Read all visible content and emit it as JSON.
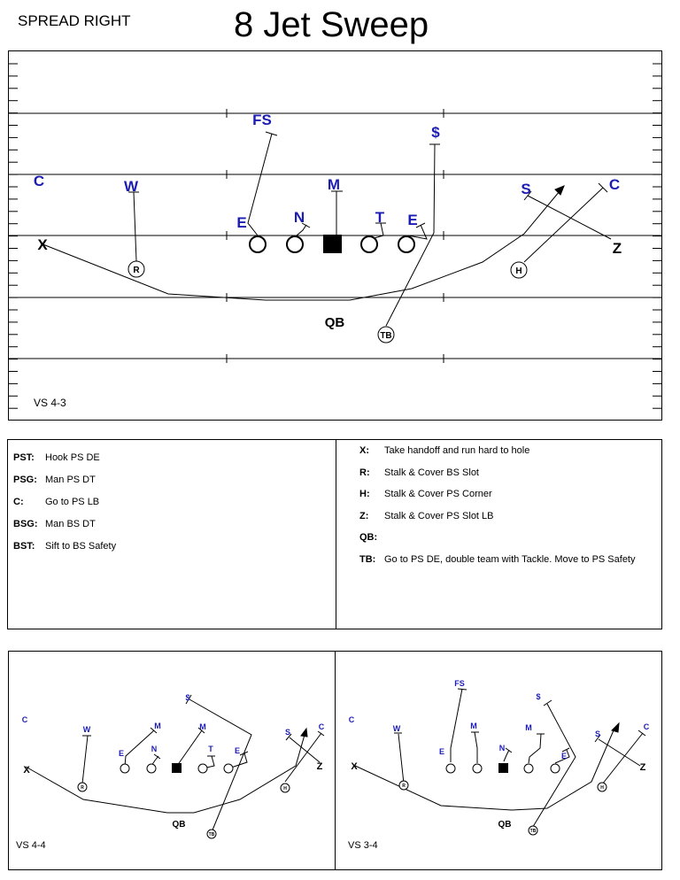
{
  "header": {
    "formation": "SPREAD RIGHT",
    "title": "8 Jet Sweep"
  },
  "colors": {
    "defense": "#1c1cb4",
    "offense": "#000000"
  },
  "main_diagram": {
    "caption": "VS 4-3",
    "offense": {
      "x": "X",
      "z": "Z",
      "r": "R",
      "h": "H",
      "qb": "QB",
      "tb": "TB"
    },
    "defense": {
      "fs": "FS",
      "ss": "$",
      "c_left": "C",
      "c_right": "C",
      "w": "W",
      "m": "M",
      "s": "S",
      "e_left": "E",
      "e_right": "E",
      "n": "N",
      "t": "T"
    }
  },
  "assignments": {
    "left": [
      {
        "pos": "PST:",
        "text": "Hook PS DE"
      },
      {
        "pos": "PSG:",
        "text": "Man PS DT"
      },
      {
        "pos": "C:",
        "text": "Go to PS LB"
      },
      {
        "pos": "BSG:",
        "text": "Man BS DT"
      },
      {
        "pos": "BST:",
        "text": "Sift to BS Safety"
      }
    ],
    "right": [
      {
        "pos": "X:",
        "text": "Take handoff and run hard to hole"
      },
      {
        "pos": "R:",
        "text": "Stalk & Cover BS Slot"
      },
      {
        "pos": "H:",
        "text": "Stalk & Cover PS Corner"
      },
      {
        "pos": "Z:",
        "text": "Stalk & Cover PS Slot LB"
      },
      {
        "pos": "QB:",
        "text": ""
      },
      {
        "pos": "TB:",
        "text": "Go to PS DE, double team with Tackle. Move to PS Safety"
      }
    ]
  },
  "mini_44": {
    "caption": "VS 4-4",
    "labels": {
      "ss": "$",
      "c_left": "C",
      "c_right": "C",
      "w": "W",
      "m1": "M",
      "m2": "M",
      "s": "S",
      "e_left": "E",
      "e_right": "E",
      "n": "N",
      "t": "T",
      "x": "X",
      "z": "Z",
      "r": "R",
      "h": "H",
      "qb": "QB",
      "tb": "TB"
    }
  },
  "mini_34": {
    "caption": "VS 3-4",
    "labels": {
      "fs": "FS",
      "ss": "$",
      "c_left": "C",
      "c_right": "C",
      "w": "W",
      "m1": "M",
      "m2": "M",
      "s": "S",
      "e_left": "E",
      "e_right": "E",
      "n": "N",
      "x": "X",
      "z": "Z",
      "r": "R",
      "h": "H",
      "qb": "QB",
      "tb": "TB"
    }
  }
}
